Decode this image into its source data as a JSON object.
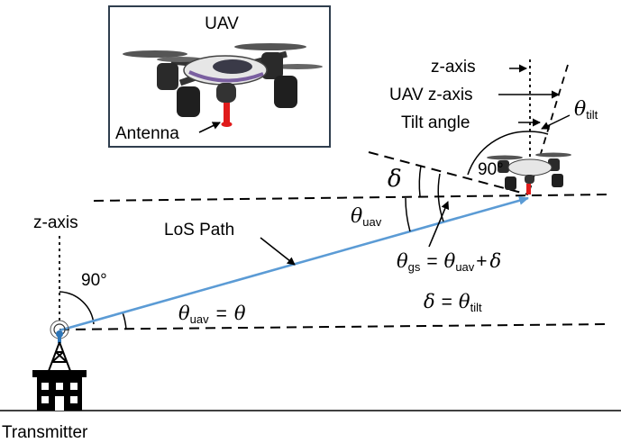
{
  "inset": {
    "title": "UAV",
    "antenna_label": "Antenna"
  },
  "labels": {
    "z_axis_uav": "z-axis",
    "uav_z_axis": "UAV z-axis",
    "tilt_angle": "Tilt angle",
    "z_axis_ground": "z-axis",
    "los_path": "LoS Path",
    "transmitter": "Transmitter",
    "angle_90_uav": "90°",
    "angle_90_ground": "90°"
  },
  "math": {
    "theta": "θ",
    "delta": "δ",
    "sub_tilt": "tilt",
    "sub_uav": "uav",
    "sub_gs": "gs",
    "eq_equals": "=",
    "eq_plus": "+"
  },
  "colors": {
    "los": "#5b9bd5",
    "antenna": "#e01b1b",
    "transmitter_blue": "#2e75b6",
    "inset_border": "#2f3e4e"
  }
}
